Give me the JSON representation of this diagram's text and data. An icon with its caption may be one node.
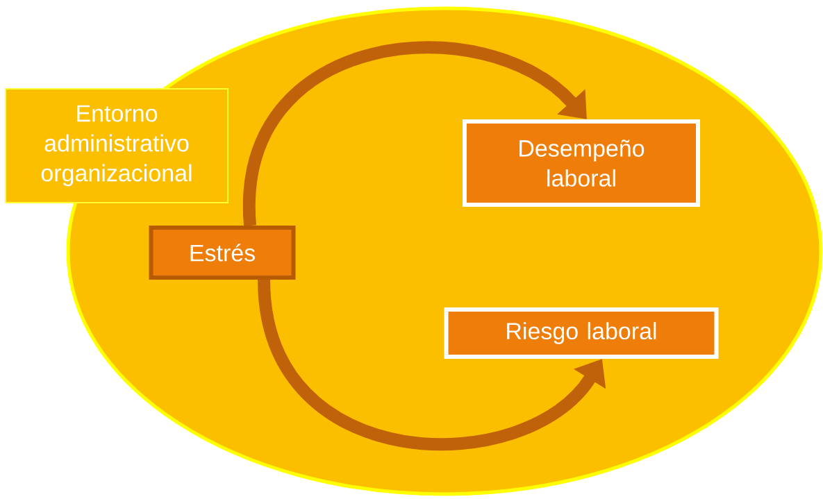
{
  "diagram": {
    "nodes": [
      {
        "text": [
          "Entorno administrativo organizacional"
        ]
      },
      {
        "text": [
          "Estrés"
        ]
      },
      {
        "text": [
          "Desempeño laboral"
        ]
      },
      {
        "text": [
          "Riesgo laboral"
        ]
      }
    ],
    "edges": [
      {
        "from": 1,
        "to": 2,
        "arrow": "to"
      },
      {
        "from": 1,
        "to": 3,
        "arrow": "to"
      }
    ]
  }
}
